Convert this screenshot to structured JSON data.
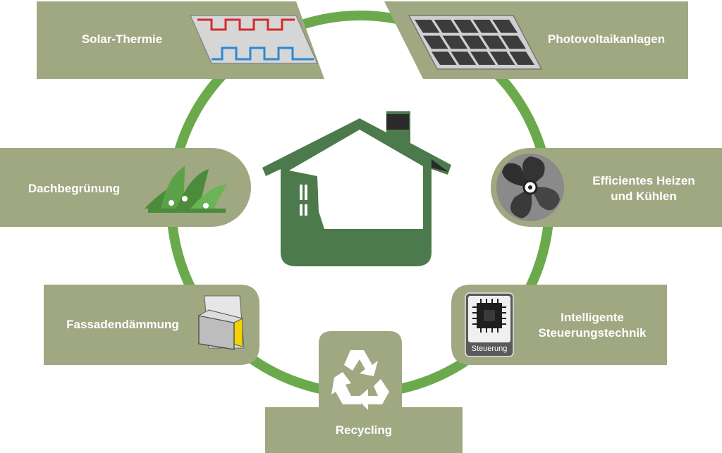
{
  "diagram": {
    "items": [
      {
        "id": "solar-thermie",
        "label": "Solar-Thermie",
        "icon": "solar-collector-icon"
      },
      {
        "id": "photovoltaik",
        "label": "Photovoltaikanlagen",
        "icon": "solar-panel-icon"
      },
      {
        "id": "dachbegruenung",
        "label": "Dachbegrünung",
        "icon": "grass-flowers-icon"
      },
      {
        "id": "heizen-kuehlen",
        "label_line1": "Efficientes Heizen",
        "label_line2": "und Kühlen",
        "icon": "fan-icon"
      },
      {
        "id": "fassadendaemmung",
        "label": "Fassadendämmung",
        "icon": "insulation-layers-icon"
      },
      {
        "id": "steuerungstechnik",
        "label_line1": "Intelligente",
        "label_line2": "Steuerungstechnik",
        "icon": "microchip-icon",
        "icon_caption": "Steuerung"
      },
      {
        "id": "recycling",
        "label": "Recycling",
        "icon": "recycle-icon"
      }
    ],
    "center_icon": "house-icon",
    "colors": {
      "panel": "#a0a882",
      "ring": "#6aaa4c",
      "house": "#4c7a4c",
      "pipe_hot": "#d42a2a",
      "pipe_cold": "#2a8ad4"
    }
  }
}
